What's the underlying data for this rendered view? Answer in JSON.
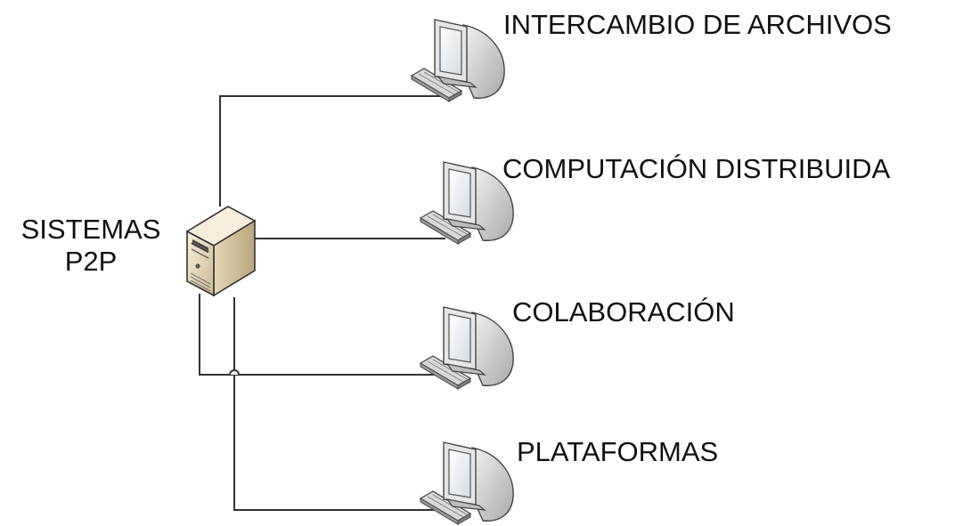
{
  "center": {
    "label_line1": "SISTEMAS",
    "label_line2": "P2P",
    "icon": "server-tower-icon"
  },
  "nodes": [
    {
      "label": "INTERCAMBIO DE ARCHIVOS",
      "icon": "computer-monitor-icon"
    },
    {
      "label": "COMPUTACIÓN DISTRIBUIDA",
      "icon": "computer-monitor-icon"
    },
    {
      "label": "COLABORACIÓN",
      "icon": "computer-monitor-icon"
    },
    {
      "label": "PLATAFORMAS",
      "icon": "computer-monitor-icon"
    }
  ],
  "colors": {
    "line": "#333333",
    "monitor_body": "#cfcfcf",
    "screen": "#eef3f7",
    "server_body": "#e9dcc0"
  }
}
